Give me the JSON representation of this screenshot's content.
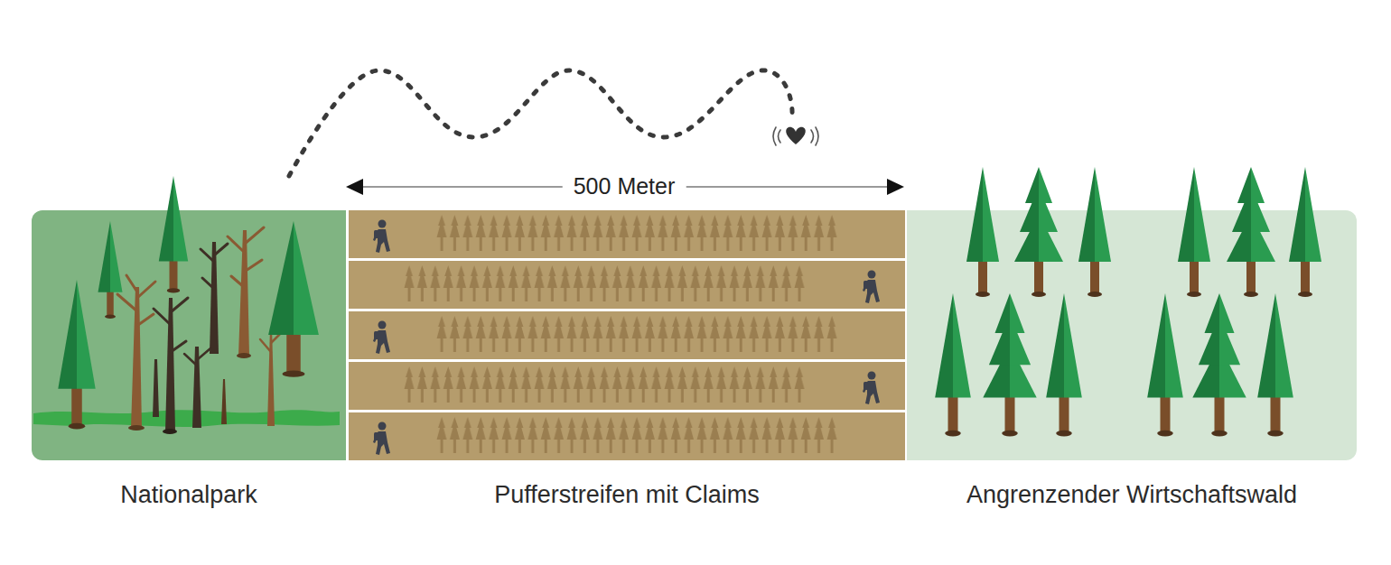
{
  "diagram": {
    "nodes": [
      {
        "text": [
          "Nationalpark"
        ]
      },
      {
        "text": [
          "Pufferstreifen mit Claims"
        ]
      },
      {
        "text": [
          "Angrenzender Wirtschaftswald"
        ]
      }
    ],
    "labels": [
      "500 Meter"
    ]
  }
}
